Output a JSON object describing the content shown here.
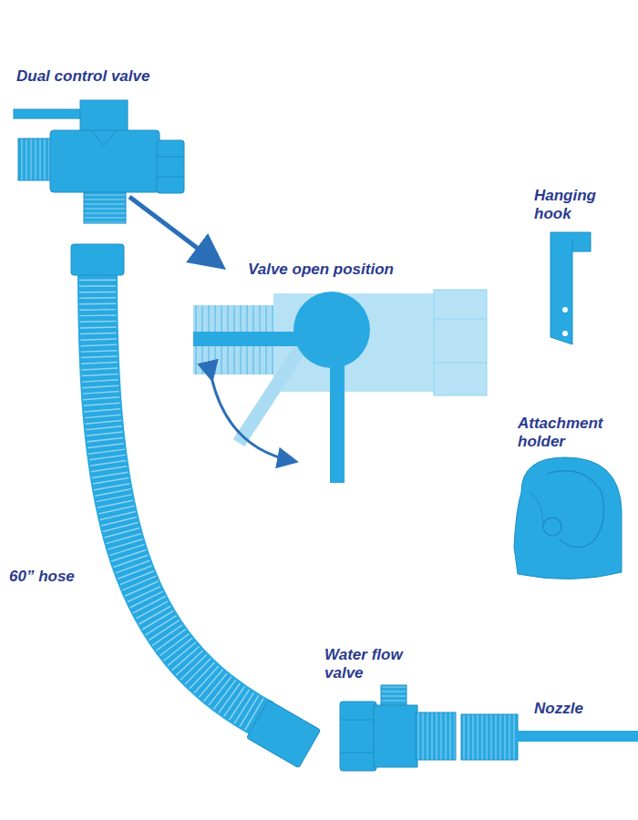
{
  "diagram": {
    "labels": [
      "Dual control valve",
      "Valve open position",
      "Hanging hook",
      "Attachment holder",
      "60” hose",
      "Water flow valve",
      "Nozzle"
    ]
  }
}
